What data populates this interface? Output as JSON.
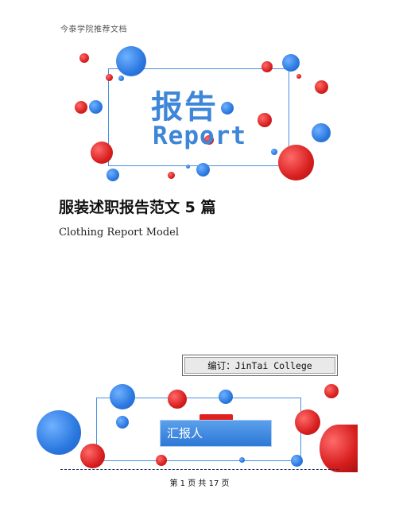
{
  "header": {
    "site_name": "今泰学院推荐文档"
  },
  "cover": {
    "title": "报告",
    "subtitle": "Report"
  },
  "document": {
    "title": "服装述职报告范文 5 篇",
    "subtitle": "Clothing Report Model"
  },
  "editor": {
    "label": "编订：JinTai  College"
  },
  "reporter": {
    "label": "汇报人"
  },
  "footer": {
    "page_text": "第 1 页 共 17 页"
  },
  "colors": {
    "accent_blue": "#3d86d8",
    "accent_red": "#d81f1f"
  }
}
